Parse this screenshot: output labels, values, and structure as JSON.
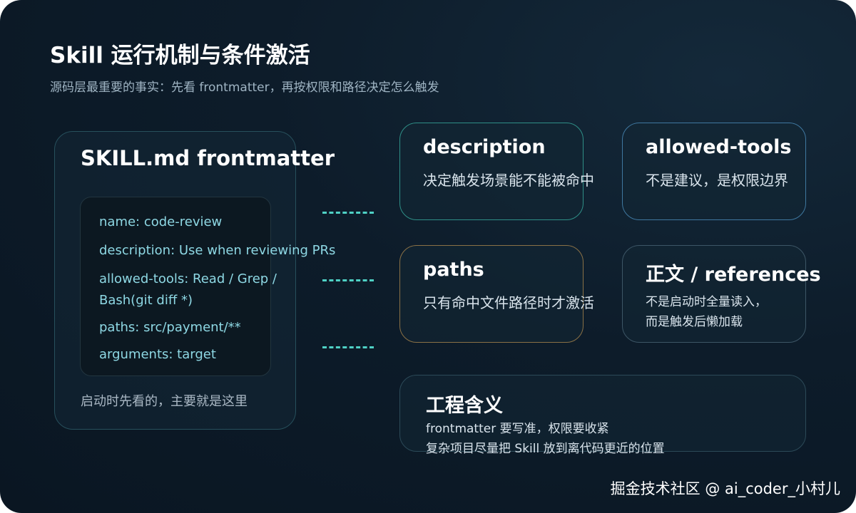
{
  "header": {
    "title": "Skill 运行机制与条件激活",
    "subtitle": "源码层最重要的事实：先看 frontmatter，再按权限和路径决定怎么触发"
  },
  "frontmatter": {
    "title": "SKILL.md frontmatter",
    "lines": [
      "name: code-review",
      "description: Use when reviewing PRs",
      "allowed-tools: Read / Grep /",
      "Bash(git diff *)",
      "paths: src/payment/**",
      "arguments: target"
    ],
    "note": "启动时先看的，主要就是这里"
  },
  "cards": {
    "description": {
      "title": "description",
      "body": "决定触发场景能不能被命中"
    },
    "allowed_tools": {
      "title": "allowed-tools",
      "body": "不是建议，是权限边界"
    },
    "paths": {
      "title": "paths",
      "body": "只有命中文件路径时才激活"
    },
    "references": {
      "title": "正文 / references",
      "body_lines": [
        "不是启动时全量读入，",
        "而是触发后懒加载"
      ]
    },
    "engineering": {
      "title": "工程含义",
      "body_lines": [
        "frontmatter 要写准，权限要收紧",
        "复杂项目尽量把 Skill 放到离代码更近的位置"
      ]
    }
  },
  "watermark": "掘金技术社区 @ ai_coder_小村儿",
  "colors": {
    "background": "#0d1c2a",
    "accent_teal": "#4fd1c5",
    "code_text": "#8ed8e4",
    "border_description": "#2f8f87",
    "border_allowed_tools": "#3f78a0",
    "border_paths": "#8a7146"
  }
}
